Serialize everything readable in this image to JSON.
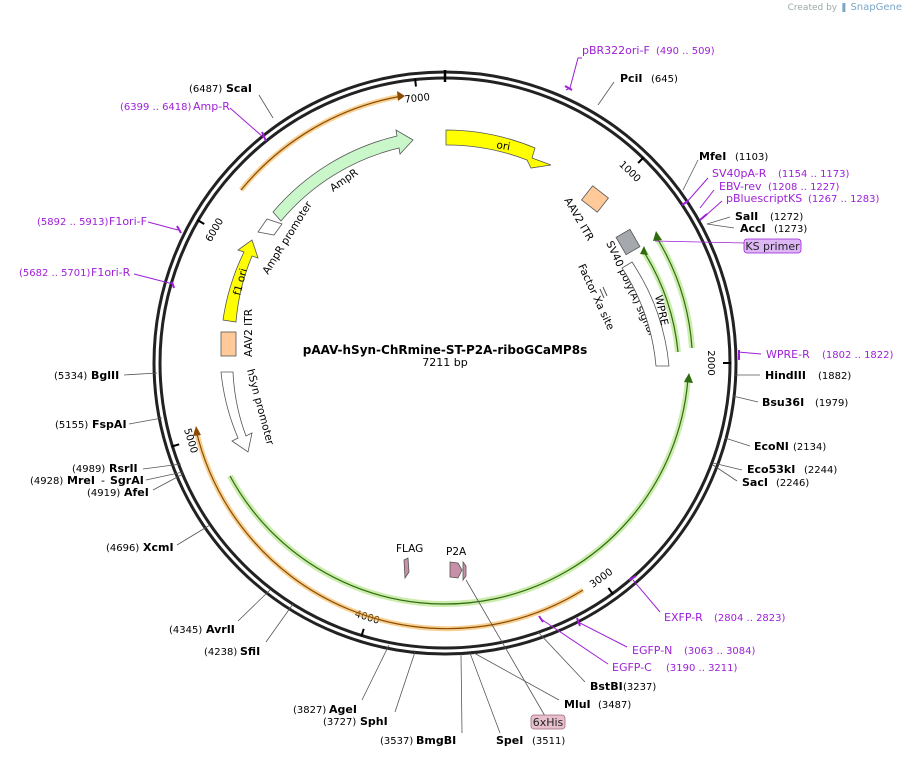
{
  "credit": {
    "prefix": "Created by",
    "brand": "SnapGene"
  },
  "plasmid": {
    "name": "pAAV-hSyn-ChRmine-ST-P2A-riboGCaMP8s",
    "size_label": "7211 bp"
  },
  "ticks": [
    {
      "label": "1000",
      "angle": 44
    },
    {
      "label": "2000",
      "angle": 90
    },
    {
      "label": "3000",
      "angle": 144
    },
    {
      "label": "4000",
      "angle": 197
    },
    {
      "label": "5000",
      "angle": 253
    },
    {
      "label": "6000",
      "angle": 300
    },
    {
      "label": "7000",
      "angle": 354
    }
  ],
  "sites": [
    {
      "name": "PciI",
      "pos": "(645)",
      "angle": 26
    },
    {
      "name": "MfeI",
      "pos": "(1103)",
      "angle": 55
    },
    {
      "name": "SalI",
      "pos": "(1272)",
      "angle": 63
    },
    {
      "name": "AccI",
      "pos": "(1273)",
      "angle": 63.5
    },
    {
      "name": "HindIII",
      "pos": "(1882)",
      "angle": 91
    },
    {
      "name": "Bsu36I",
      "pos": "(1979)",
      "angle": 96
    },
    {
      "name": "EcoNI",
      "pos": "(2134)",
      "angle": 104
    },
    {
      "name": "Eco53kI",
      "pos": "(2244)",
      "angle": 110
    },
    {
      "name": "SacI",
      "pos": "(2246)",
      "angle": 110.5
    },
    {
      "name": "BstBI",
      "pos": "(3237)",
      "angle": 160
    },
    {
      "name": "MluI",
      "pos": "(3487)",
      "angle": 172
    },
    {
      "name": "SpeI",
      "pos": "(3511)",
      "angle": 173
    },
    {
      "name": "BmgBI",
      "pos": "(3537)",
      "angle": 175
    },
    {
      "name": "SphI",
      "pos": "(3727)",
      "angle": 186
    },
    {
      "name": "AgeI",
      "pos": "(3827)",
      "angle": 190
    },
    {
      "name": "SfiI",
      "pos": "(4238)",
      "angle": 210
    },
    {
      "name": "AvrII",
      "pos": "(4345)",
      "angle": 215
    },
    {
      "name": "XcmI",
      "pos": "(4696)",
      "angle": 232
    },
    {
      "name": "AfeI",
      "pos": "(4919)",
      "angle": 244
    },
    {
      "name": "SgrAI",
      "pos": "",
      "angle": 244.5
    },
    {
      "name": "MreI",
      "pos": "(4928)",
      "angle": 245
    },
    {
      "name": "RsrII",
      "pos": "(4989)",
      "angle": 248
    },
    {
      "name": "FspAI",
      "pos": "(5155)",
      "angle": 256
    },
    {
      "name": "BglII",
      "pos": "(5334)",
      "angle": 265
    },
    {
      "name": "ScaI",
      "pos": "(6487)",
      "angle": 323
    }
  ],
  "primers": [
    {
      "name": "pBR322ori-F",
      "pos": "(490 .. 509)",
      "angle": 24
    },
    {
      "name": "SV40pA-R",
      "pos": "(1154 .. 1173)",
      "angle": 57
    },
    {
      "name": "EBV-rev",
      "pos": "(1208 .. 1227)",
      "angle": 60
    },
    {
      "name": "pBluescriptKS",
      "pos": "(1267 .. 1283)",
      "angle": 62
    },
    {
      "name": "WPRE-R",
      "pos": "(1802 .. 1822)",
      "angle": 88
    },
    {
      "name": "EXFP-R",
      "pos": "(2804 .. 2823)",
      "angle": 138
    },
    {
      "name": "EGFP-N",
      "pos": "(3063 .. 3084)",
      "angle": 151
    },
    {
      "name": "EGFP-C",
      "pos": "(3190 .. 3211)",
      "angle": 157
    },
    {
      "name": "F1ori-R",
      "pos": "(5682 .. 5701)",
      "angle": 282
    },
    {
      "name": "F1ori-F",
      "pos": "(5892 .. 5913)",
      "angle": 292
    },
    {
      "name": "Amp-R",
      "pos": "(6399 .. 6418)",
      "angle": 320
    }
  ],
  "boxes": {
    "ks_primer": "KS primer",
    "his": "6xHis"
  },
  "features": {
    "ori": "ori",
    "ampr": "AmpR",
    "ampr_promoter": "AmpR promoter",
    "f1_ori": "f1 ori",
    "aav2_itr_left": "AAV2 ITR",
    "aav2_itr_right": "AAV2 ITR",
    "hsyn": "hSyn promoter",
    "sv40": "SV40 poly(A) signal",
    "wpre": "WPRE",
    "factor_xa": "Factor Xa site",
    "flag": "FLAG",
    "p2a": "P2A"
  },
  "colors": {
    "primer": "#9e1fd8",
    "ori": "#ffff00",
    "ampr": "#c9f7c9",
    "itr": "#ffc99a",
    "sv40": "#a5a8ad",
    "orf_orange": "#f2b24b",
    "orf_green": "#5ab020",
    "tag": "#c890a8",
    "ks_box": "#dcb6f5",
    "his_box": "#e8bfcd"
  }
}
